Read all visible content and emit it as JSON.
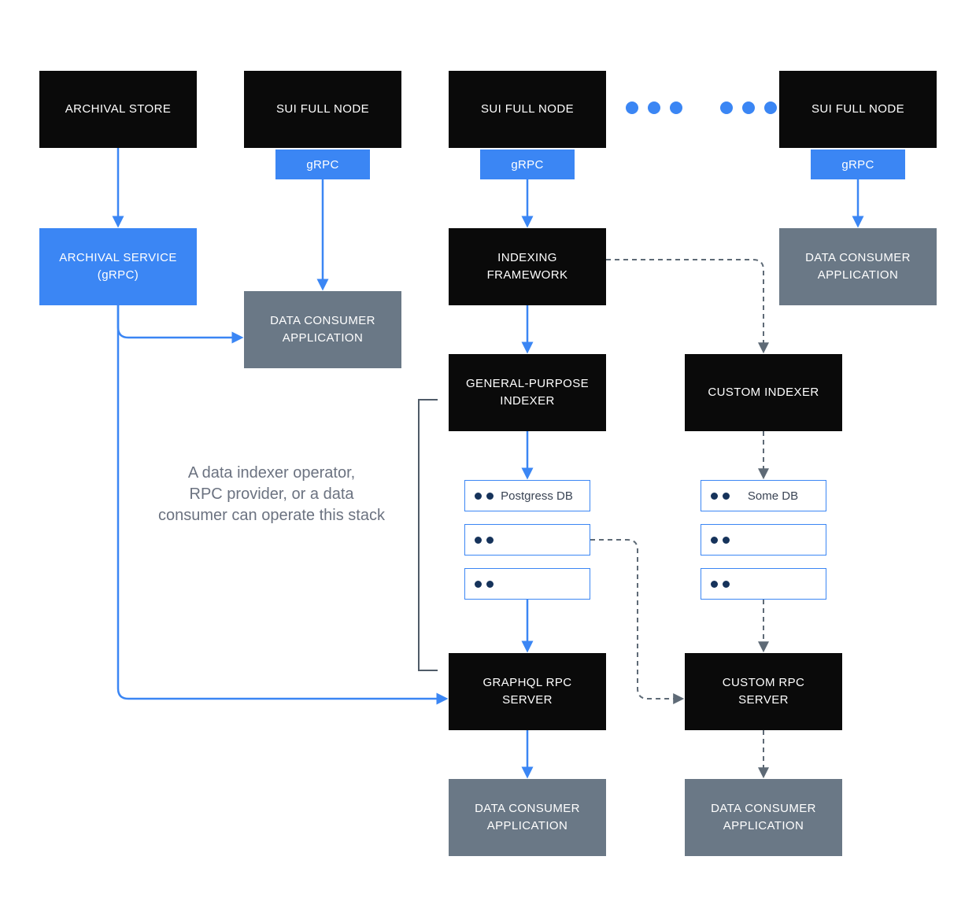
{
  "colors": {
    "accent_blue": "#3B86F4",
    "node_black": "#0A0A0A",
    "node_gray": "#6A7886",
    "connector_gray": "#5E6A76",
    "bracket_gray": "#4F5B68",
    "annotation_gray": "#6B7280",
    "db_text": "#3A4454",
    "db_dot_navy": "#16335B",
    "background": "#FFFFFF"
  },
  "nodes": {
    "archival_store": {
      "label": "ARCHIVAL STORE"
    },
    "sui_full_node_a": {
      "label": "SUI FULL NODE",
      "tag": "gRPC"
    },
    "sui_full_node_b": {
      "label": "SUI FULL NODE",
      "tag": "gRPC"
    },
    "sui_full_node_c": {
      "label": "SUI FULL NODE",
      "tag": "gRPC"
    },
    "archival_service": {
      "label": "ARCHIVAL SERVICE (gRPC)"
    },
    "data_consumer_app_fullnode_a": {
      "label": "DATA CONSUMER APPLICATION"
    },
    "indexing_framework": {
      "label": "INDEXING FRAMEWORK"
    },
    "data_consumer_app_fullnode_c": {
      "label": "DATA CONSUMER APPLICATION"
    },
    "general_purpose_indexer": {
      "label": "GENERAL-PURPOSE INDEXER"
    },
    "custom_indexer": {
      "label": "CUSTOM INDEXER"
    },
    "postgress_db": {
      "label": "Postgress DB"
    },
    "some_db": {
      "label": "Some DB"
    },
    "graphql_rpc_server": {
      "label": "GRAPHQL RPC SERVER"
    },
    "custom_rpc_server": {
      "label": "CUSTOM RPC SERVER"
    },
    "data_consumer_app_graphql": {
      "label": "DATA CONSUMER APPLICATION"
    },
    "data_consumer_app_custom": {
      "label": "DATA CONSUMER APPLICATION"
    }
  },
  "annotation": {
    "lines": [
      "A data indexer operator,",
      "RPC provider, or a data",
      "consumer can operate this stack"
    ]
  }
}
